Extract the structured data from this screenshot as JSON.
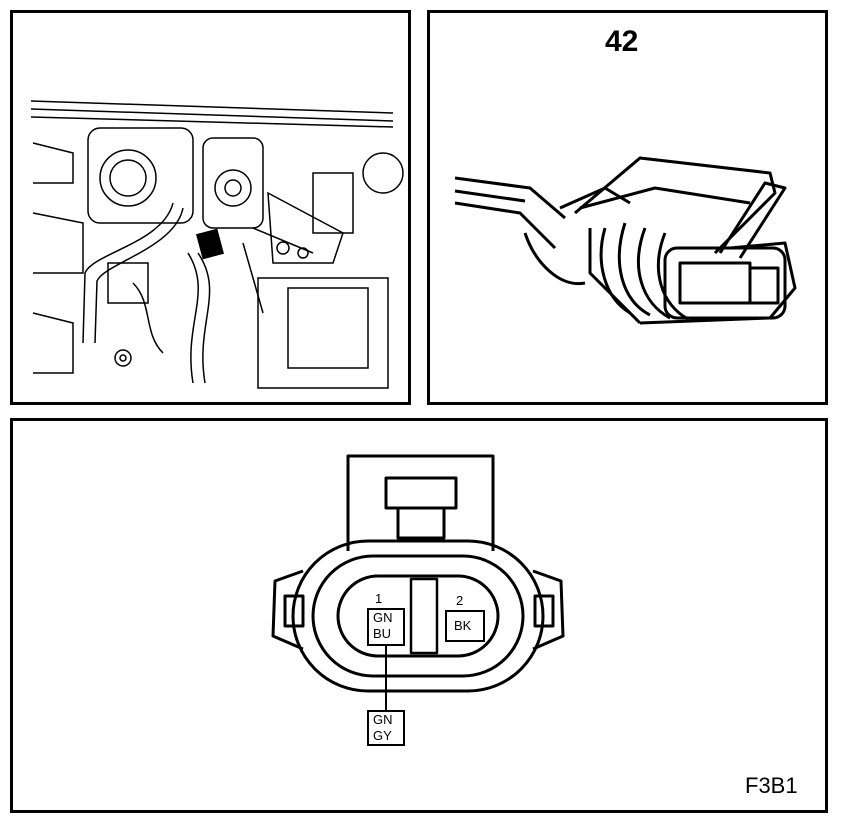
{
  "panels": {
    "connector_view": {
      "component_number": "42"
    },
    "pinout": {
      "pins": [
        {
          "number": "1",
          "wire_color_line1": "GN",
          "wire_color_line2": "BU"
        },
        {
          "number": "2",
          "wire_color": "BK"
        }
      ],
      "splice_wire": {
        "line1": "GN",
        "line2": "GY"
      }
    }
  },
  "figure_code": "F3B1",
  "colors": {
    "line": "#000000",
    "background": "#ffffff"
  }
}
